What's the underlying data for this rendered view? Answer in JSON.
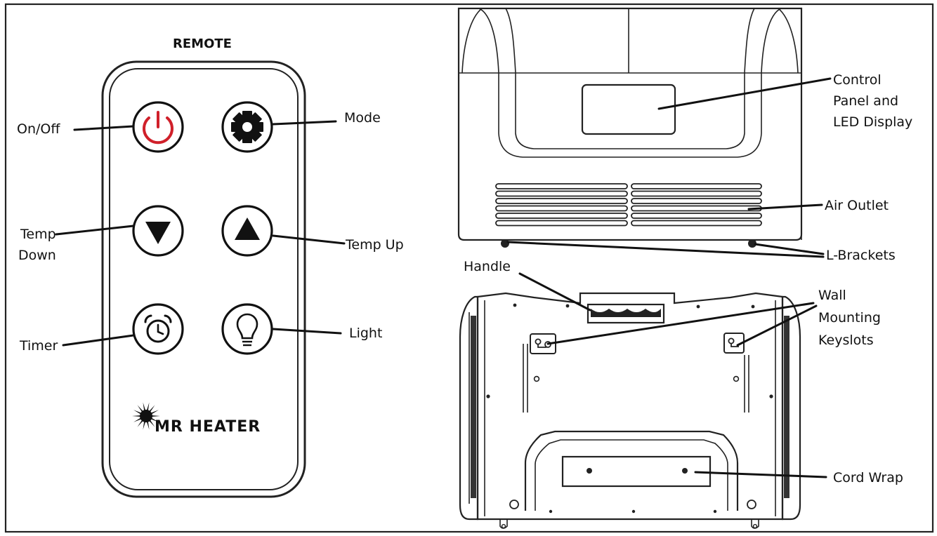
{
  "remote": {
    "title": "REMOTE",
    "brand": "MR HEATER",
    "buttons": [
      {
        "id": "power",
        "label": "On/Off",
        "icon": "power-icon",
        "icon_color": "#d0202a"
      },
      {
        "id": "mode",
        "label": "Mode",
        "icon": "gear-icon"
      },
      {
        "id": "temp-down",
        "label_line1": "Temp",
        "label_line2": "Down",
        "icon": "triangle-down-icon"
      },
      {
        "id": "temp-up",
        "label": "Temp Up",
        "icon": "triangle-up-icon"
      },
      {
        "id": "timer",
        "label": "Timer",
        "icon": "alarm-clock-icon"
      },
      {
        "id": "light",
        "label": "Light",
        "icon": "light-bulb-icon"
      }
    ]
  },
  "heater_front": {
    "callouts": {
      "control_panel_line1": "Control",
      "control_panel_line2": "Panel and",
      "control_panel_line3": "LED Display",
      "air_outlet": "Air Outlet",
      "l_brackets": "L-Brackets"
    }
  },
  "heater_back": {
    "callouts": {
      "handle": "Handle",
      "keyslots_line1": "Wall",
      "keyslots_line2": "Mounting",
      "keyslots_line3": "Keyslots",
      "cord_wrap": "Cord Wrap"
    }
  },
  "colors": {
    "power_red": "#d0202a",
    "line": "#111111",
    "frame": "#222222"
  }
}
